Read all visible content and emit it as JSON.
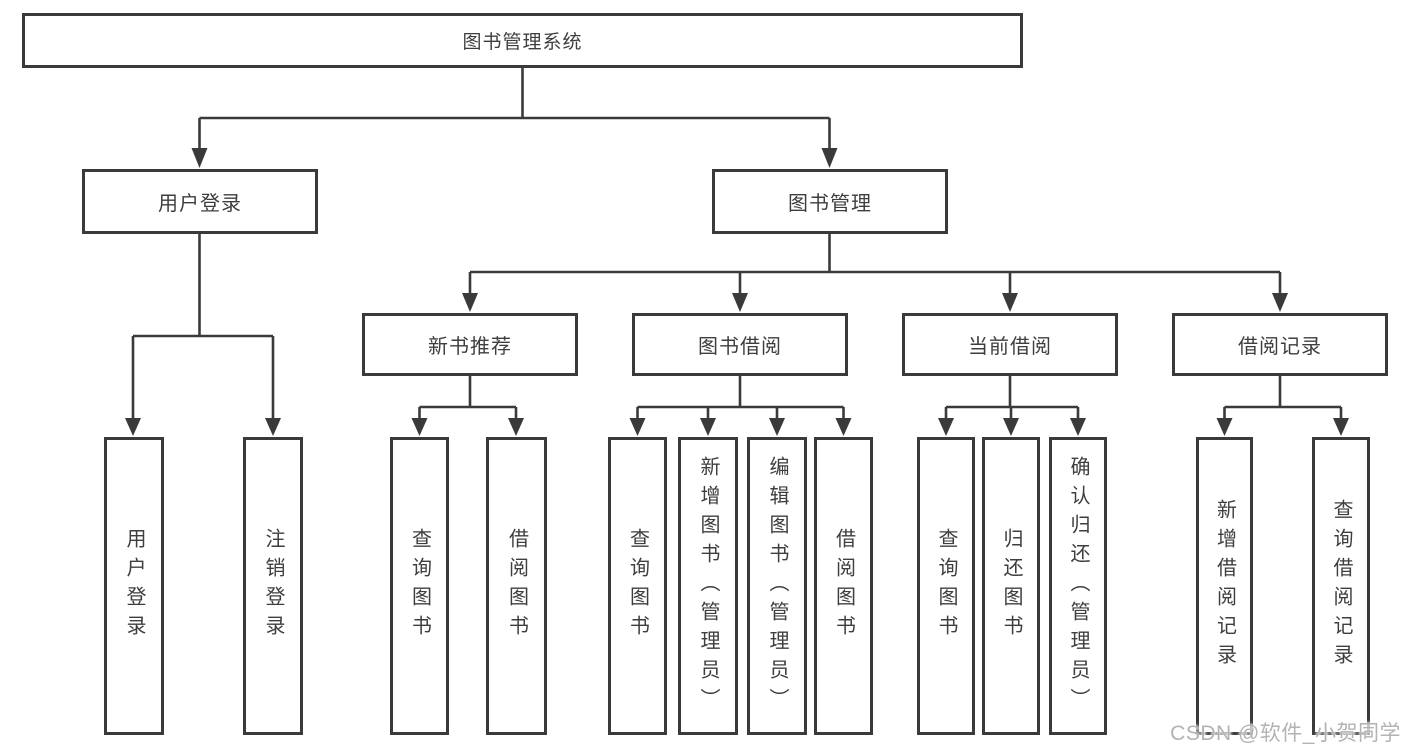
{
  "nodes": {
    "root": "图书管理系统",
    "user_login": "用户登录",
    "book_management": "图书管理",
    "new_book_recommend": "新书推荐",
    "book_borrow": "图书借阅",
    "current_borrow": "当前借阅",
    "borrow_records": "借阅记录",
    "leaf_user_login": "用户登录",
    "leaf_logout": "注销登录",
    "nb_query_books": "查询图书",
    "nb_borrow_books": "借阅图书",
    "bb_query_books": "查询图书",
    "bb_add_books_admin": "新增图书（管理员）",
    "bb_edit_books_admin": "编辑图书（管理员）",
    "bb_borrow_books": "借阅图书",
    "cb_query_books": "查询图书",
    "cb_return_books": "归还图书",
    "cb_confirm_return_admin": "确认归还（管理员）",
    "br_add_record": "新增借阅记录",
    "br_query_record": "查询借阅记录"
  },
  "hierarchy": {
    "图书管理系统": {
      "用户登录": [
        "用户登录",
        "注销登录"
      ],
      "图书管理": {
        "新书推荐": [
          "查询图书",
          "借阅图书"
        ],
        "图书借阅": [
          "查询图书",
          "新增图书（管理员）",
          "编辑图书（管理员）",
          "借阅图书"
        ],
        "当前借阅": [
          "查询图书",
          "归还图书",
          "确认归还（管理员）"
        ],
        "借阅记录": [
          "新增借阅记录",
          "查询借阅记录"
        ]
      }
    }
  },
  "watermark": "CSDN @软件_小贺同学",
  "colors": {
    "line": "#3a3a3a",
    "text": "#3e3e3e",
    "watermark": "#b3b3b3",
    "background": "#ffffff"
  }
}
